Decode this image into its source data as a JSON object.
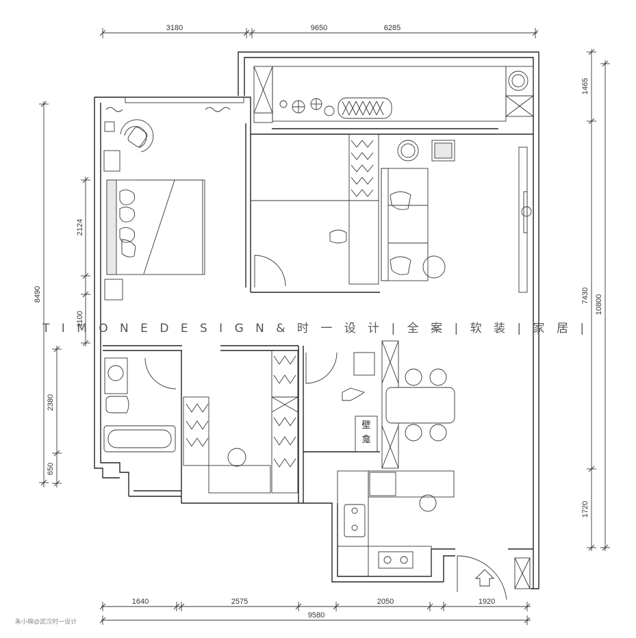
{
  "dimensions": {
    "top": [
      "3180",
      "9650",
      "6285"
    ],
    "bottom": [
      "1640",
      "2575",
      "2050",
      "1920",
      "9580"
    ],
    "left": [
      "8490",
      "2124",
      "1100",
      "2380",
      "650"
    ],
    "right": [
      "1465",
      "7430",
      "10800",
      "1720"
    ]
  },
  "watermark": "T I M O N E  D E S I G N   &   时 一 设 计 | 全 案 | 软 装 | 家 居 |",
  "labels": {
    "niche_line1": "壁",
    "niche_line2": "龛"
  },
  "footer": "朱小棉@武汉时一设计"
}
